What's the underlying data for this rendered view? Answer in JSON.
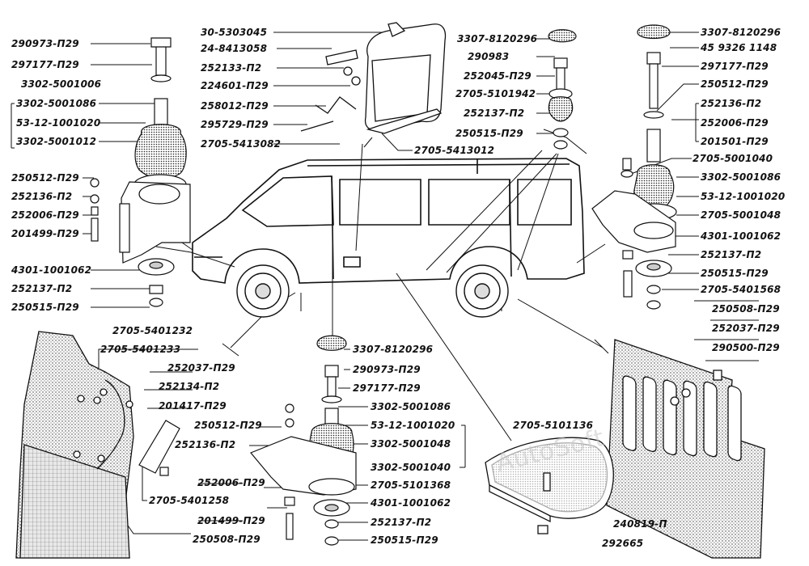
{
  "watermark": "AutoSoft",
  "labels": {
    "l01": "290973-П29",
    "l02": "297177-П29",
    "l03": "3302-5001006",
    "l04": "3302-5001086",
    "l05": "53-12-1001020",
    "l06": "3302-5001012",
    "l07": "250512-П29",
    "l08": "252136-П2",
    "l09": "252006-П29",
    "l10": "201499-П29",
    "l11": "4301-1001062",
    "l12": "252137-П2",
    "l13": "250515-П29",
    "t01": "30-5303045",
    "t02": "24-8413058",
    "t03": "252133-П2",
    "t04": "224601-П29",
    "t05": "258012-П29",
    "t06": "295729-П29",
    "t07": "2705-5413082",
    "t08": "2705-5413012",
    "m01": "3307-8120296",
    "m02": "290983",
    "m03": "252045-П29",
    "m04": "2705-5101942",
    "m05": "252137-П2",
    "m06": "250515-П29",
    "r01": "3307-8120296",
    "r02": "45 9326 1148",
    "r03": "297177-П29",
    "r04": "250512-П29",
    "r05": "252136-П2",
    "r06": "252006-П29",
    "r07": "201501-П29",
    "r08": "2705-5001040",
    "r09": "3302-5001086",
    "r10": "53-12-1001020",
    "r11": "2705-5001048",
    "r12": "4301-1001062",
    "r13": "252137-П2",
    "r14": "250515-П29",
    "r15": "2705-5401568",
    "r16": "250508-П29",
    "r17": "252037-П29",
    "r18": "290500-П29",
    "b01": "2705-5401232",
    "b02": "2705-5401233",
    "b03": "252037-П29",
    "b04": "252134-П2",
    "b05": "201417-П29",
    "b06": "250512-П29",
    "b07": "252136-П2",
    "b08": "2705-5401258",
    "b09": "252006-П29",
    "b10": "201499-П29",
    "b11": "250508-П29",
    "c01": "3307-8120296",
    "c02": "290973-П29",
    "c03": "297177-П29",
    "c04": "3302-5001086",
    "c05": "53-12-1001020",
    "c06": "3302-5001048",
    "c07": "3302-5001040",
    "c08": "2705-5101368",
    "c09": "4301-1001062",
    "c10": "252137-П2",
    "c11": "250515-П29",
    "x01": "2705-5101136",
    "x02": "240819-П",
    "x03": "292665"
  }
}
